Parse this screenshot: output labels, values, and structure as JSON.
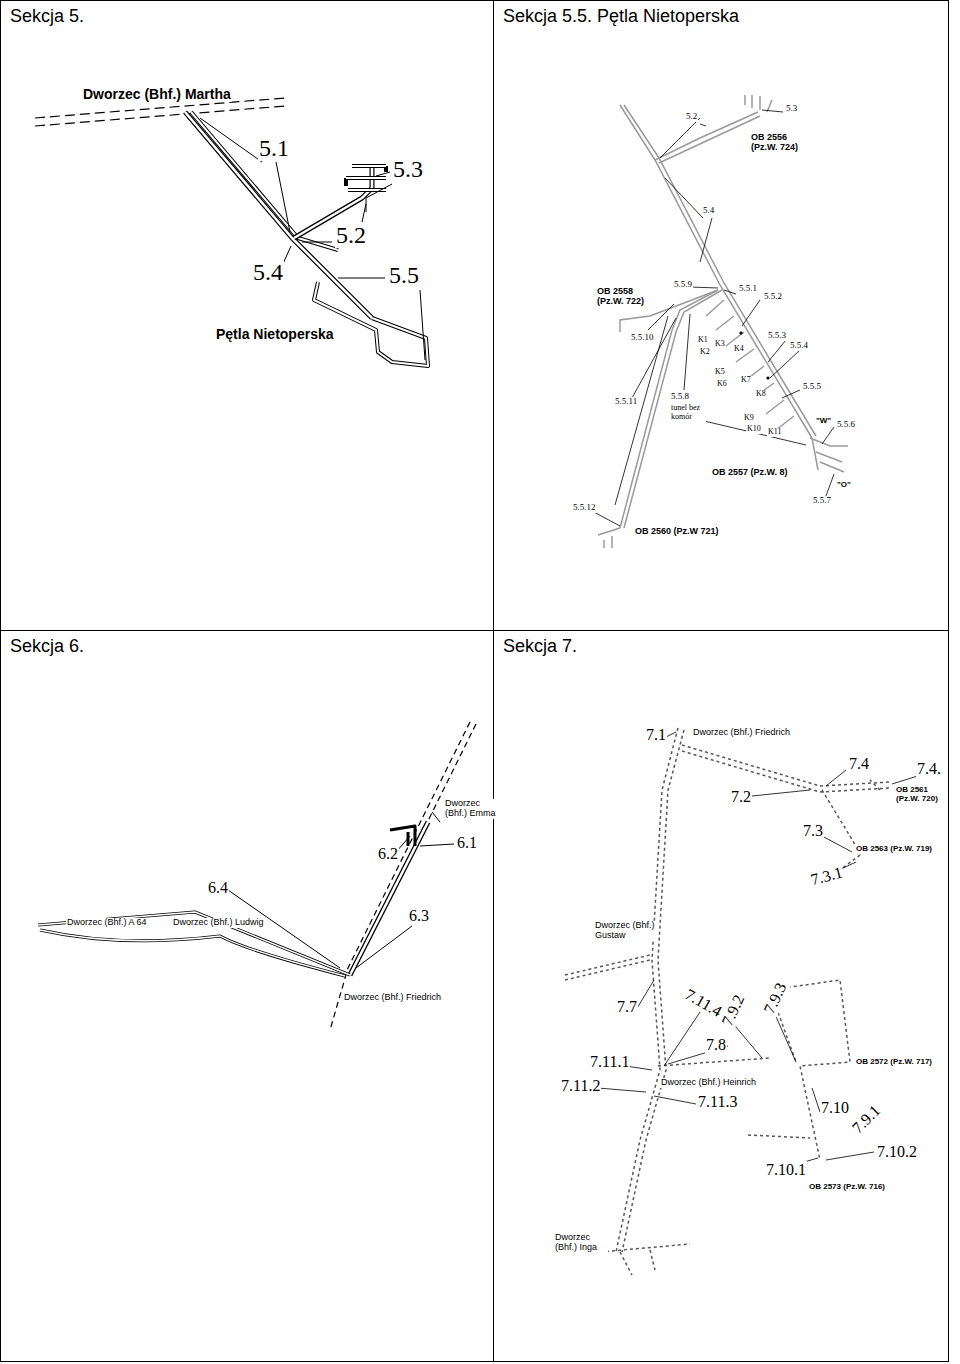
{
  "diagram": {
    "nodes": [
      {
        "text": [
          "Sekcja 5."
        ]
      },
      {
        "text": [
          "Sekcja 5.5. Pętla Nietoperska"
        ]
      },
      {
        "text": [
          "Sekcja 6."
        ]
      },
      {
        "text": [
          "Sekcja 7."
        ]
      }
    ],
    "labels": [
      "Dworzec (Bhf.) Martha",
      "5.1",
      "5.3",
      "5.2",
      "5.4",
      "5.5",
      "Pętla Nietoperska",
      "5.2",
      "5.3",
      "OB 2556 (Pz.W. 724)",
      "5.4",
      "5.5.9",
      "5.5.1",
      "5.5.2",
      "OB 2558 (Pz.W. 722)",
      "5.5.10",
      "K1",
      "K2",
      "K3",
      "K4",
      "5.5.3",
      "5.5.4",
      "K5",
      "K6",
      "K7",
      "K8",
      "5.5.5",
      "5.5.11",
      "5.5.8",
      "tunel bez komór",
      "K9",
      "K10",
      "K11",
      "\"W\"",
      "5.5.6",
      "OB 2557 (Pz.W. 8)",
      "\"O\"",
      "5.5.7",
      "5.5.12",
      "OB 2560 (Pz.W 721)",
      "Dworzec (Bhf.) Emma",
      "6.1",
      "6.2",
      "6.4",
      "6.3",
      "Dworzec (Bhf.) A 64",
      "Dworzec (Bhf.) Ludwig",
      "Dworzec (Bhf.) Friedrich",
      "7.1",
      "Dworzec (Bhf.) Friedrich",
      "7.4",
      "7.4.",
      "OB 2561 (Pz.W. 720)",
      "7.2",
      "7.3",
      "OB 2563 (Pz.W. 719)",
      "7.3.1",
      "Dworzec (Bhf.) Gustaw",
      "7.7",
      "7.11.4",
      "7.9.2",
      "7.9.3",
      "7.8",
      "7.11.1",
      "OB 2572 (Pz.W. 717)",
      "7.11.2",
      "Dworzec (Bhf.) Heinrich",
      "7.11.3",
      "7.10",
      "7.9.1",
      "7.10.2",
      "7.10.1",
      "OB 2573 (Pz.W. 716)",
      "Dworzec (Bhf.) Inga"
    ]
  }
}
